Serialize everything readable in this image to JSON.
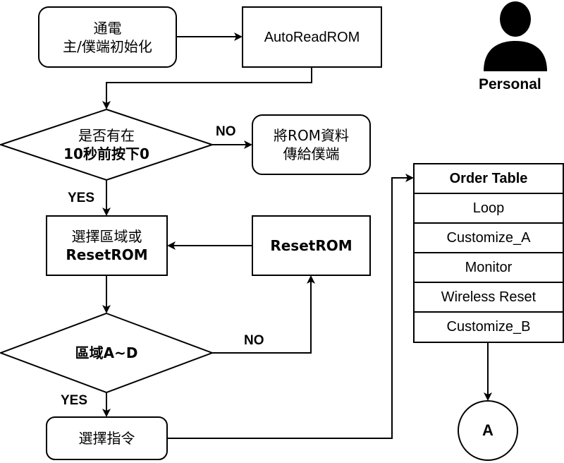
{
  "nodes": {
    "power_on": [
      "通電",
      "主/僕端初始化"
    ],
    "auto_read": "AutoReadROM",
    "decision_press": [
      "是否有在",
      "10秒前按下0"
    ],
    "send_rom": [
      "將ROM資料",
      "傳給僕端"
    ],
    "select_zone": [
      "選擇區域或",
      "ResetROM"
    ],
    "reset_rom": "ResetROM",
    "decision_zone": "區域A~D",
    "select_cmd": "選擇指令",
    "connector": "A"
  },
  "edges": {
    "no_1": "NO",
    "yes_1": "YES",
    "no_2": "NO",
    "yes_2": "YES"
  },
  "order_table": {
    "title": "Order Table",
    "rows": [
      "Loop",
      "Customize_A",
      "Monitor",
      "Wireless Reset",
      "Customize_B"
    ]
  },
  "persona": {
    "label": "Personal",
    "icon": "person-icon"
  }
}
